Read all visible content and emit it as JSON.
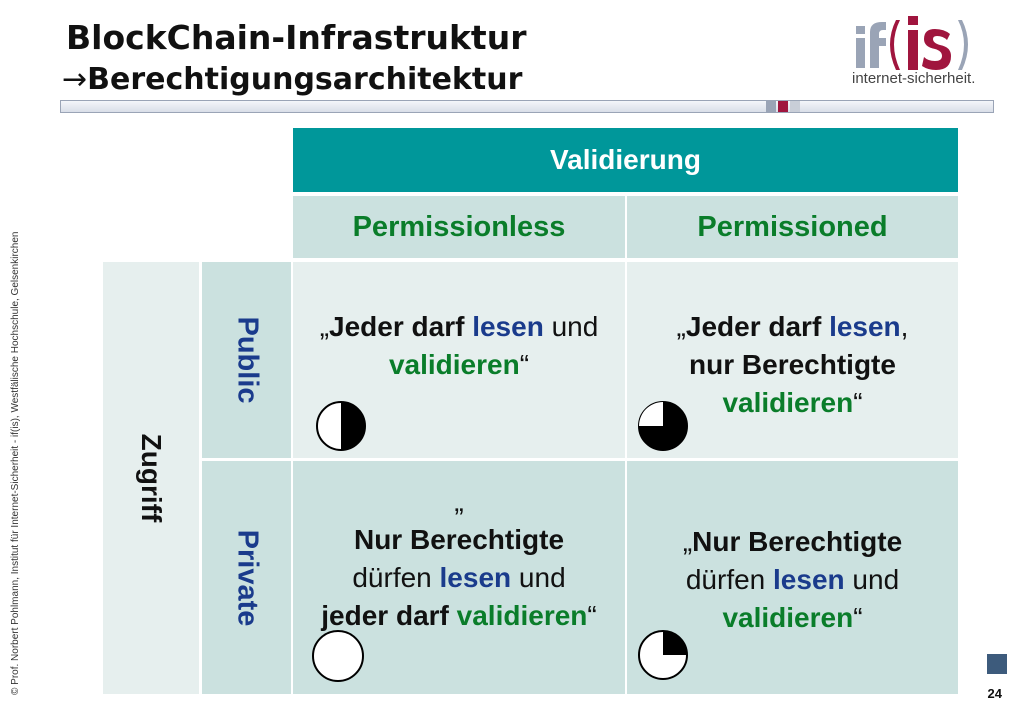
{
  "header": {
    "title": "BlockChain-Infrastruktur",
    "arrow": "→",
    "subtitle": "Berechtigungsarchitektur"
  },
  "logo": {
    "caption": "internet-sicherheit.",
    "letters_gray": "if",
    "letters_red": "is",
    "brand_colors": [
      "#9aa4b6",
      "#a0153e"
    ]
  },
  "table": {
    "validation_header": "Validierung",
    "col_permissionless": "Permissionless",
    "col_permissioned": "Permissioned",
    "access_label": "Zugriff",
    "row_public": "Public",
    "row_private": "Private",
    "cells": {
      "public_permissionless": {
        "quote_open": "„",
        "part1": "Jeder darf",
        "lesen": "lesen",
        "und": "und",
        "validieren": "validieren",
        "quote_close": "“",
        "fill": 0.5
      },
      "public_permissioned": {
        "quote_open": "„",
        "part1": "Jeder darf",
        "lesen": "lesen",
        "comma": ",",
        "line2": "nur Berechtigte",
        "validieren": "validieren",
        "quote_close": "“",
        "fill": 0.75
      },
      "private_permissionless": {
        "quote_open": "„",
        "line1": "Nur Berechtigte",
        "duerfen": "dürfen",
        "lesen": "lesen",
        "und": "und",
        "line3_start": "jeder darf",
        "validieren": "validieren",
        "quote_close": "“",
        "fill": 0
      },
      "private_permissioned": {
        "quote_open": "„",
        "line1": "Nur Berechtigte",
        "duerfen": "dürfen",
        "lesen": "lesen",
        "und": "und",
        "validieren": "validieren",
        "quote_close": "“",
        "fill": 0.25
      }
    },
    "colors": {
      "teal_header": "#00979a",
      "green_text": "#0a7d2a",
      "blue_text": "#1a3b8c"
    }
  },
  "footer": {
    "copyright": "© Prof.  Norbert Pohlmann, Institut für Internet-Sicherheit - if(is), Westfälische Hochschule, Gelsenkirchen",
    "page_number": "24"
  }
}
